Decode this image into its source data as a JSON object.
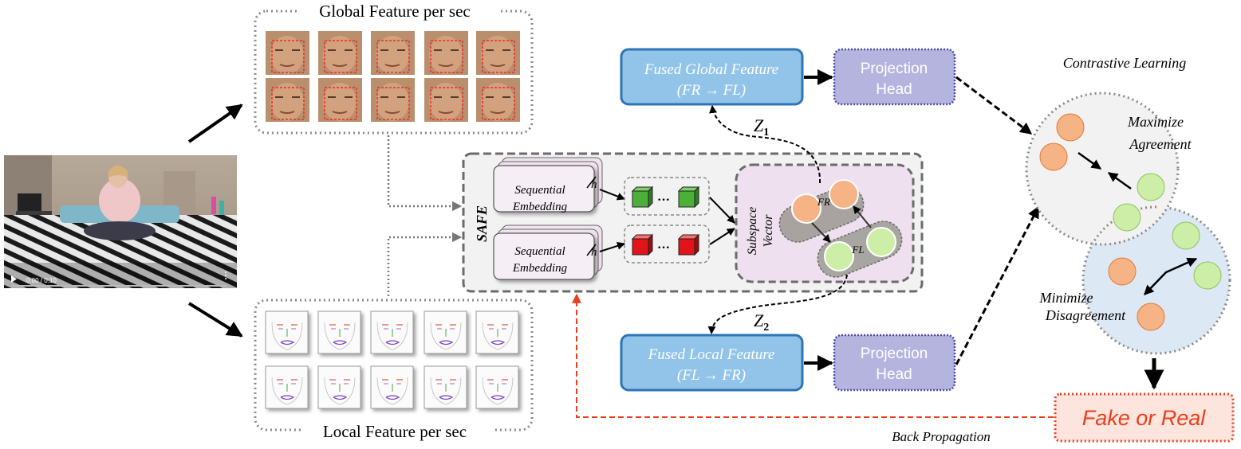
{
  "video": {
    "time": "0:00 / 0:10",
    "play_icon": "play-icon"
  },
  "global_feature": {
    "title": "Global Feature per sec"
  },
  "local_feature": {
    "title": "Local Feature per sec"
  },
  "safe": {
    "label": "SAFE",
    "seq_top": [
      "Sequential",
      "Embedding"
    ],
    "seq_bottom": [
      "Sequential",
      "Embedding"
    ],
    "h_top": "h",
    "h_bottom": "h",
    "dots": "···",
    "subspace": [
      "Subspace",
      "Vector"
    ],
    "fr": "FR",
    "fl": "FL"
  },
  "fused_global": {
    "line1": "Fused Global Feature",
    "line2": "(FR  → FL)"
  },
  "fused_local": {
    "line1": "Fused Local Feature",
    "line2": "(FL  → FR)"
  },
  "projection_top": {
    "line1": "Projection",
    "line2": "Head"
  },
  "projection_bottom": {
    "line1": "Projection",
    "line2": "Head"
  },
  "z1": {
    "base": "Z",
    "sub": "1"
  },
  "z2": {
    "base": "Z",
    "sub": "2"
  },
  "contrastive": {
    "title": "Contrastive Learning",
    "maximize": [
      "Maximize",
      "Agreement"
    ],
    "minimize": [
      "Minimize",
      "Disagreement"
    ]
  },
  "output": {
    "label": "Fake or Real"
  },
  "back_propagation": "Back Propagation",
  "colors": {
    "fused_box": "#92c4ea",
    "fused_border": "#2e75b6",
    "fused_text": "#ffffff",
    "projection_box": "#b4b4df",
    "projection_border": "#4b4ba8",
    "safe_bg": "#f2f2f2",
    "subspace_bg": "#eee0ee",
    "orange": "#f6b386",
    "green": "#cdeea6",
    "red_arrow": "#e8401f",
    "output_bg": "#fde4dc"
  }
}
